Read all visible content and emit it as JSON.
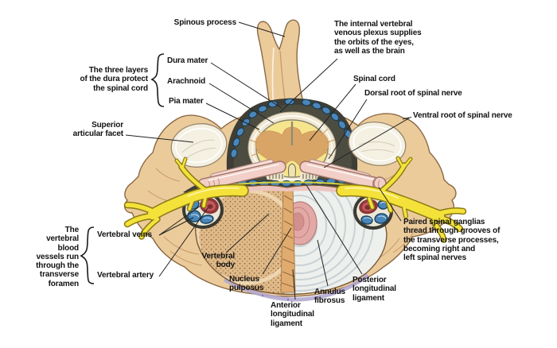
{
  "title": "Cross-section of a cervical vertebra with spinal cord",
  "labels": {
    "spinous_process": "Spinous process",
    "internal_plexus_note": "The internal vertebral\nvenous plexus supplies\nthe orbits of the eyes,\nas well as the brain",
    "dura_layers_note": "The three layers\nof the dura protect\nthe spinal cord",
    "dura_mater": "Dura mater",
    "arachnoid": "Arachnoid",
    "pia_mater": "Pia mater",
    "spinal_cord": "Spinal cord",
    "dorsal_root": "Dorsal root of spinal nerve",
    "ventral_root": "Ventral root of spinal nerve",
    "superior_articular_facet": "Superior\narticular facet",
    "vertebral_vessels_note": "The\nvertebral\nblood\nvessels run\nthrough the\ntransverse\nforamen",
    "vertebral_veins": "Vertebral veins",
    "vertebral_artery": "Vertebral artery",
    "paired_ganglias_note": "Paired spinal ganglias\nthread through grooves of\nthe transverse processes,\nbecoming right and\nleft spinal nerves",
    "vertebral_body": "Vertebral\nbody",
    "nucleus_pulposus": "Nucleus\npulposus",
    "anterior_longitudinal_ligament": "Anterior\nlongitudinal\nligament",
    "annulus_fibrosus": "Annulus\nfibrosus",
    "posterior_longitudinal_ligament": "Posterior\nlongitudinal\nligament"
  },
  "colors": {
    "background": "#ffffff",
    "bone": "#eccb9b",
    "bone_outline": "#8a6844",
    "facet": "#f4f0e2",
    "dura_ring": "#3e3e36",
    "csf_space": "#f0e8d2",
    "spinal_cord": "#f6e58c",
    "gray_matter": "#d9a566",
    "venous_plexus_blue": "#4a86ba",
    "nerve_root_pink": "#f2cfc7",
    "spinal_nerve_yellow": "#f4e23a",
    "artery_red": "#8e3538",
    "vein_blue": "#4a86ba",
    "vertebral_body_tan": "#dfb988",
    "annulus_white": "#edf0ec",
    "nucleus_pink": "#e2a9a6",
    "anterior_ligament": "#b4a8cf",
    "posterior_ligament": "#ecc5c0",
    "label_text": "#121212",
    "leader_line": "#222222"
  }
}
